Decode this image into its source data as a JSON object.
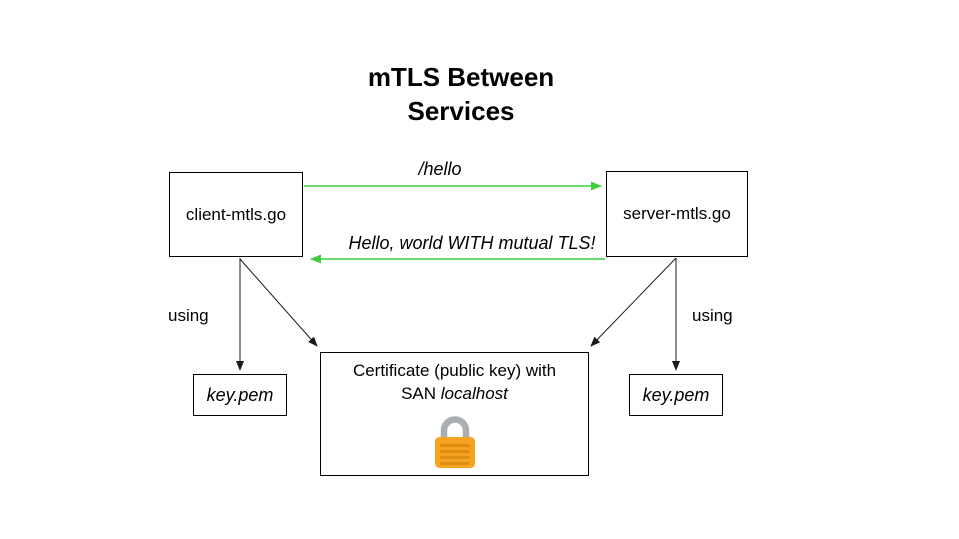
{
  "title": {
    "line1": "mTLS Between",
    "line2": "Services"
  },
  "nodes": {
    "client": {
      "label": "client-mtls.go"
    },
    "server": {
      "label": "server-mtls.go"
    },
    "client_key": {
      "label": "key.pem"
    },
    "server_key": {
      "label": "key.pem"
    },
    "certificate": {
      "line1": "Certificate (public key) with",
      "san_prefix": "SAN ",
      "san_value": "localhost"
    }
  },
  "edges": {
    "request": {
      "label": "/hello",
      "direction": "client-to-server"
    },
    "response": {
      "label": "Hello, world WITH mutual TLS!",
      "direction": "server-to-client"
    },
    "client_using": {
      "label": "using"
    },
    "server_using": {
      "label": "using"
    }
  },
  "icons": {
    "lock": "lock-icon"
  },
  "colors": {
    "background": "#ffffff",
    "text": "#000000",
    "box_border": "#000000",
    "arrow_green": "#3dcc3d",
    "arrow_black": "#1a1a1a",
    "lock_body": "#f5a321",
    "lock_stripe": "#dd8d12",
    "lock_shackle": "#a9aeb2"
  }
}
